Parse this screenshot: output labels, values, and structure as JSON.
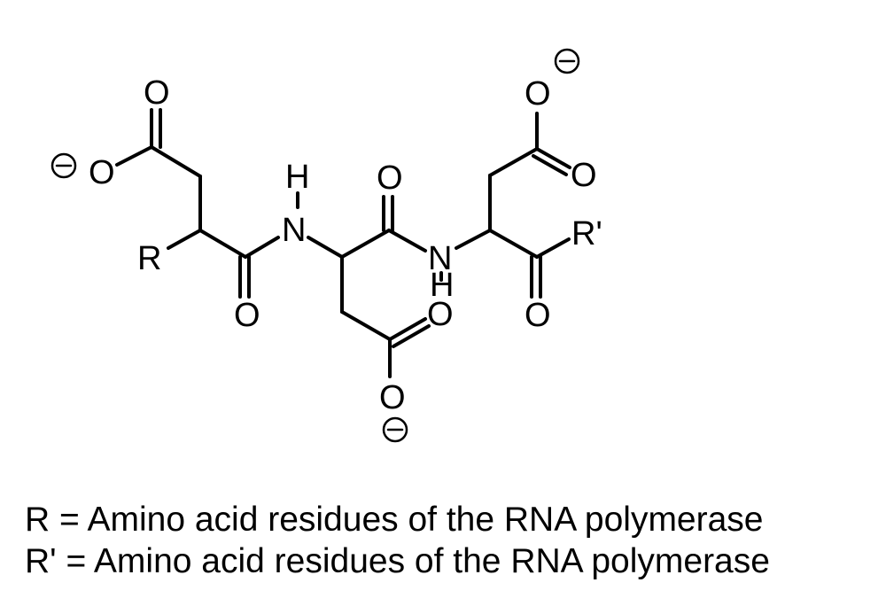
{
  "atoms": {
    "O": "O",
    "N": "N",
    "H": "H",
    "R": "R",
    "R_prime": "R'"
  },
  "legend": {
    "line1": "R = Amino acid residues of the RNA polymerase",
    "line2": "R' = Amino acid residues of the RNA polymerase"
  }
}
